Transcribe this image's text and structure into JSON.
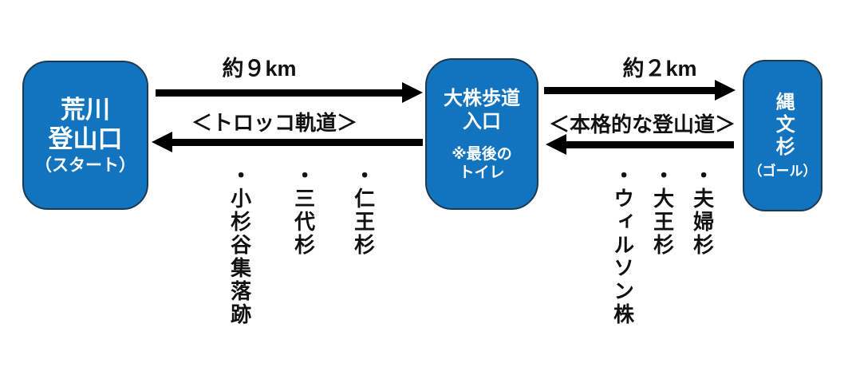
{
  "nodes": {
    "start": {
      "line1": "荒川",
      "line2": "登山口",
      "sub": "（スタート）"
    },
    "mid": {
      "line1": "大株歩道",
      "line2": "入口",
      "note1": "※最後の",
      "note2": "トイレ"
    },
    "goal": {
      "title": "縄文杉",
      "sub": "（ゴール）"
    }
  },
  "segment1": {
    "distance": "約９km",
    "path": "＜トロッコ軌道＞",
    "landmarks": [
      "・小杉谷集落跡",
      "・三代杉",
      "・仁王杉"
    ]
  },
  "segment2": {
    "distance": "約２km",
    "path": "＜本格的な登山道＞",
    "landmarks": [
      "・ウィルソン株",
      "・大王杉",
      "・夫婦杉"
    ]
  },
  "colors": {
    "node_fill": "#1273be",
    "node_border": "#1e3a52",
    "arrow": "#000000",
    "node_text": "#ffffff",
    "label_text": "#111111",
    "background": "#ffffff"
  }
}
